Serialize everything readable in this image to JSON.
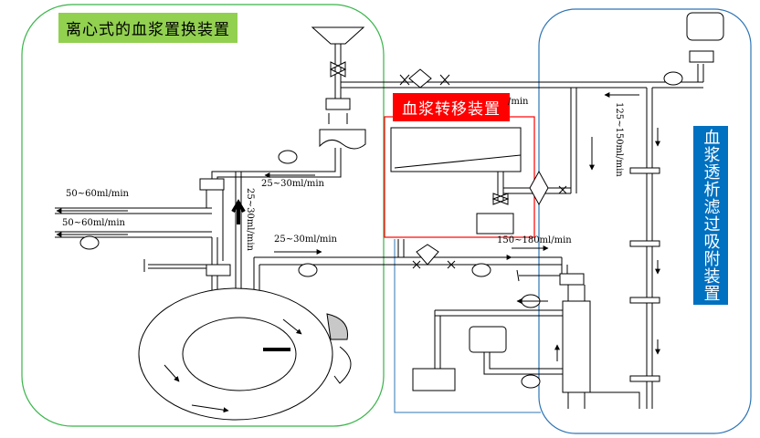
{
  "titles": {
    "centrifugal": "离心式的血浆置换装置",
    "transfer": "血浆转移装置",
    "dialysis": "血浆透析滤过吸附装置"
  },
  "flow_labels": {
    "out_top": "50~60ml/min",
    "out_bottom": "50~60ml/min",
    "return_top": "25~30ml/min",
    "vertical_left": "25~30ml/min",
    "mid": "25~30ml/min",
    "right_mid": "150~180ml/min",
    "right_vertical": "125~150ml/min",
    "top_partial": "/min"
  },
  "colors": {
    "green_border": "#39b54a",
    "blue_border": "#2e75b6",
    "red_box": "#ff0000",
    "green_label": "#92d050",
    "blue_label": "#0070c0"
  }
}
